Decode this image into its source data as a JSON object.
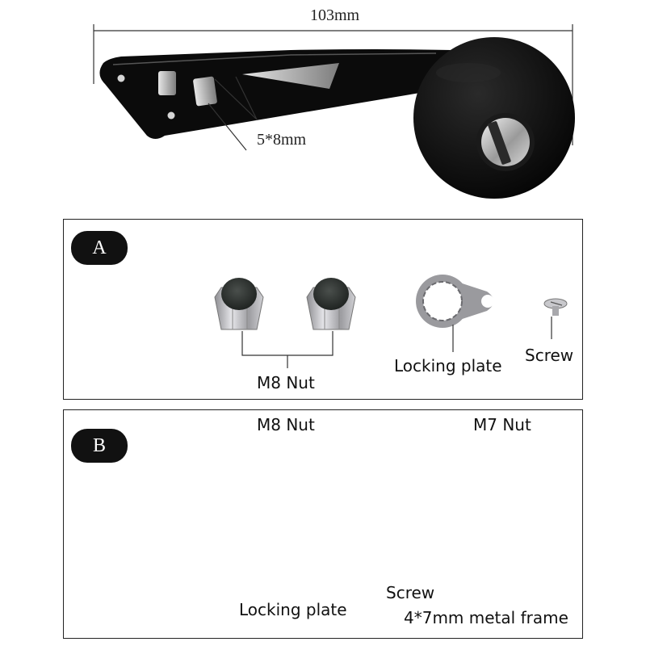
{
  "top": {
    "length_label": "103mm",
    "slot_label": "5*8mm"
  },
  "panel_a": {
    "badge": "A",
    "nut_label": "M8 Nut",
    "plate_label": "Locking plate",
    "screw_label": "Screw"
  },
  "panel_b": {
    "badge": "B",
    "m8_label": "M8 Nut",
    "m7_label": "M7 Nut",
    "plate_label": "Locking plate",
    "screw_label": "Screw",
    "frame_label": "4*7mm metal frame"
  },
  "colors": {
    "handle": "#0b0b0b",
    "metal": "#b8b8bc",
    "cap": "#2e3330",
    "frame": "#e8b86a"
  }
}
